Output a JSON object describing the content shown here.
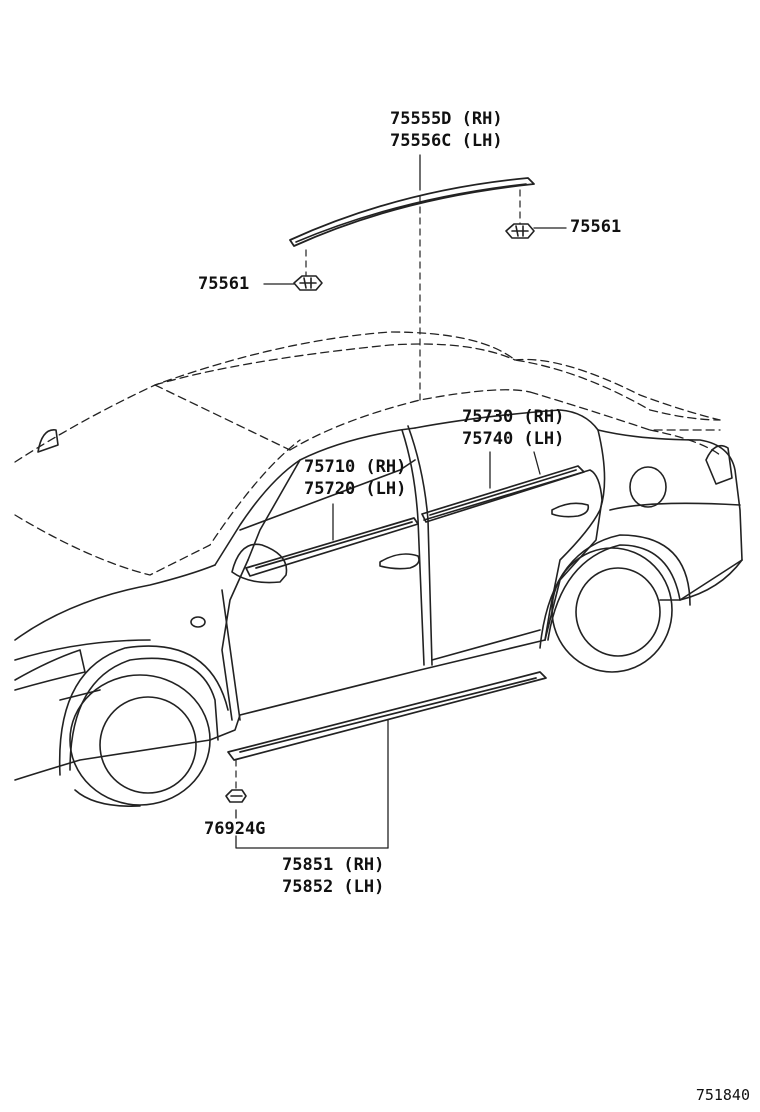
{
  "diagram": {
    "figure_number": "751840",
    "callouts": {
      "roof_molding": {
        "line1": "75555D (RH)",
        "line2": "75556C (LH)"
      },
      "clip_right": "75561",
      "clip_left": "75561",
      "rear_door_belt": {
        "line1": "75730 (RH)",
        "line2": "75740 (LH)"
      },
      "front_door_belt": {
        "line1": "75710 (RH)",
        "line2": "75720 (LH)"
      },
      "rocker_clip": "76924G",
      "rocker_molding": {
        "line1": "75851 (RH)",
        "line2": "75852 (LH)"
      }
    }
  }
}
